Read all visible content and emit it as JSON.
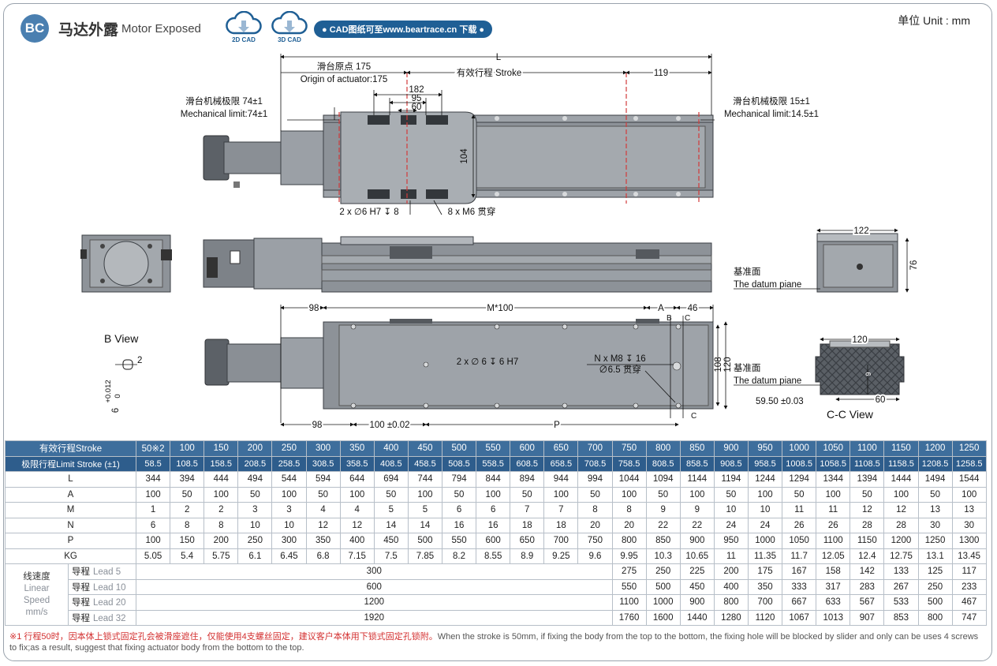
{
  "header": {
    "badge": "BC",
    "title_cn": "马达外露",
    "title_en": "Motor Exposed",
    "cad2d_label": "2D CAD",
    "cad3d_label": "3D CAD",
    "download_pill": "● CAD图纸可至www.beartrace.cn 下载 ●",
    "unit": "单位 Unit : mm"
  },
  "colors": {
    "accent": "#1f5f95",
    "header_row": "#3e6e9c",
    "header_row2": "#2e5d8c",
    "badge": "#4a7fb0",
    "note_red": "#d32f2f"
  },
  "drawing": {
    "L": "L",
    "origin_cn": "滑台原点 175",
    "origin_en": "Origin of actuator:175",
    "stroke_label": "有效行程 Stroke",
    "dim_119": "119",
    "dim_182": "182",
    "dim_95": "95",
    "dim_60": "60",
    "dim_104": "104",
    "mech_left_cn": "滑台机械极限 74±1",
    "mech_left_en": "Mechanical limit:74±1",
    "mech_right_cn": "滑台机械极限 15±1",
    "mech_right_en": "Mechanical limit:14.5±1",
    "hole_pin": "2 x ∅6 H7 ↧ 8",
    "hole_m6": "8 x M6 贯穿",
    "dim_122": "122",
    "dim_76": "76",
    "datum_cn": "基准面",
    "datum_en": "The datum piane",
    "dim_98": "98",
    "dim_m100": "M*100",
    "dim_A": "A",
    "dim_46": "46",
    "lbl_B": "B",
    "lbl_C": "C",
    "b_view": "B View",
    "b_tol": "+0.012",
    "b_6": "6",
    "b_0": "0",
    "b_2": "2",
    "pin_hole2": "2 x ∅ 6 ↧ 6 H7",
    "nm8": "N x M8 ↧ 16",
    "nm8b": "∅6.5 贯穿",
    "dim_108": "108",
    "dim_120v": "120",
    "dim_120": "120",
    "dim_98b": "98",
    "dim_100": "100 ±0.02",
    "dim_P": "P",
    "dim_5950": "59.50 ±0.03",
    "dim_60b": "60",
    "dim_9": "9",
    "cc_view": "C-C View"
  },
  "table": {
    "stroke_header": "有效行程Stroke",
    "limit_header": "极限行程Limit Stroke (±1)",
    "strokes": [
      "50※2",
      "100",
      "150",
      "200",
      "250",
      "300",
      "350",
      "400",
      "450",
      "500",
      "550",
      "600",
      "650",
      "700",
      "750",
      "800",
      "850",
      "900",
      "950",
      "1000",
      "1050",
      "1100",
      "1150",
      "1200",
      "1250"
    ],
    "limits": [
      "58.5",
      "108.5",
      "158.5",
      "208.5",
      "258.5",
      "308.5",
      "358.5",
      "408.5",
      "458.5",
      "508.5",
      "558.5",
      "608.5",
      "658.5",
      "708.5",
      "758.5",
      "808.5",
      "858.5",
      "908.5",
      "958.5",
      "1008.5",
      "1058.5",
      "1108.5",
      "1158.5",
      "1208.5",
      "1258.5"
    ],
    "rows": [
      {
        "label": "L",
        "values": [
          "344",
          "394",
          "444",
          "494",
          "544",
          "594",
          "644",
          "694",
          "744",
          "794",
          "844",
          "894",
          "944",
          "994",
          "1044",
          "1094",
          "1144",
          "1194",
          "1244",
          "1294",
          "1344",
          "1394",
          "1444",
          "1494",
          "1544"
        ]
      },
      {
        "label": "A",
        "values": [
          "100",
          "50",
          "100",
          "50",
          "100",
          "50",
          "100",
          "50",
          "100",
          "50",
          "100",
          "50",
          "100",
          "50",
          "100",
          "50",
          "100",
          "50",
          "100",
          "50",
          "100",
          "50",
          "100",
          "50",
          "100"
        ]
      },
      {
        "label": "M",
        "values": [
          "1",
          "2",
          "2",
          "3",
          "3",
          "4",
          "4",
          "5",
          "5",
          "6",
          "6",
          "7",
          "7",
          "8",
          "8",
          "9",
          "9",
          "10",
          "10",
          "11",
          "11",
          "12",
          "12",
          "13",
          "13"
        ]
      },
      {
        "label": "N",
        "values": [
          "6",
          "8",
          "8",
          "10",
          "10",
          "12",
          "12",
          "14",
          "14",
          "16",
          "16",
          "18",
          "18",
          "20",
          "20",
          "22",
          "22",
          "24",
          "24",
          "26",
          "26",
          "28",
          "28",
          "30",
          "30"
        ]
      },
      {
        "label": "P",
        "values": [
          "100",
          "150",
          "200",
          "250",
          "300",
          "350",
          "400",
          "450",
          "500",
          "550",
          "600",
          "650",
          "700",
          "750",
          "800",
          "850",
          "900",
          "950",
          "1000",
          "1050",
          "1100",
          "1150",
          "1200",
          "1250",
          "1300"
        ]
      },
      {
        "label": "KG",
        "values": [
          "5.05",
          "5.4",
          "5.75",
          "6.1",
          "6.45",
          "6.8",
          "7.15",
          "7.5",
          "7.85",
          "8.2",
          "8.55",
          "8.9",
          "9.25",
          "9.6",
          "9.95",
          "10.3",
          "10.65",
          "11",
          "11.35",
          "11.7",
          "12.05",
          "12.4",
          "12.75",
          "13.1",
          "13.45"
        ]
      }
    ],
    "speed_label": [
      "线速度",
      "Linear",
      "Speed",
      "mm/s"
    ],
    "speed_rows": [
      {
        "lead_cn": "导程",
        "lead_en": "Lead 5",
        "span": "300",
        "values": [
          "275",
          "250",
          "225",
          "200",
          "175",
          "167",
          "158",
          "142",
          "133",
          "125",
          "117"
        ]
      },
      {
        "lead_cn": "导程",
        "lead_en": "Lead 10",
        "span": "600",
        "values": [
          "550",
          "500",
          "450",
          "400",
          "350",
          "333",
          "317",
          "283",
          "267",
          "250",
          "233"
        ]
      },
      {
        "lead_cn": "导程",
        "lead_en": "Lead 20",
        "span": "1200",
        "values": [
          "1100",
          "1000",
          "900",
          "800",
          "700",
          "667",
          "633",
          "567",
          "533",
          "500",
          "467"
        ]
      },
      {
        "lead_cn": "导程",
        "lead_en": "Lead 32",
        "span": "1920",
        "values": [
          "1760",
          "1600",
          "1440",
          "1280",
          "1120",
          "1067",
          "1013",
          "907",
          "853",
          "800",
          "747"
        ]
      }
    ]
  },
  "note": {
    "red": "※1 行程50时，因本体上锁式固定孔会被滑座遮住，仅能使用4支螺丝固定，建议客户本体用下锁式固定孔锁附。",
    "text": "When the stroke is 50mm, if fixing the body from the top to the bottom, the fixing hole will be blocked by slider and only can be uses 4 screws to fix;as a result, suggest that fixing actuator body from the bottom to the top."
  }
}
